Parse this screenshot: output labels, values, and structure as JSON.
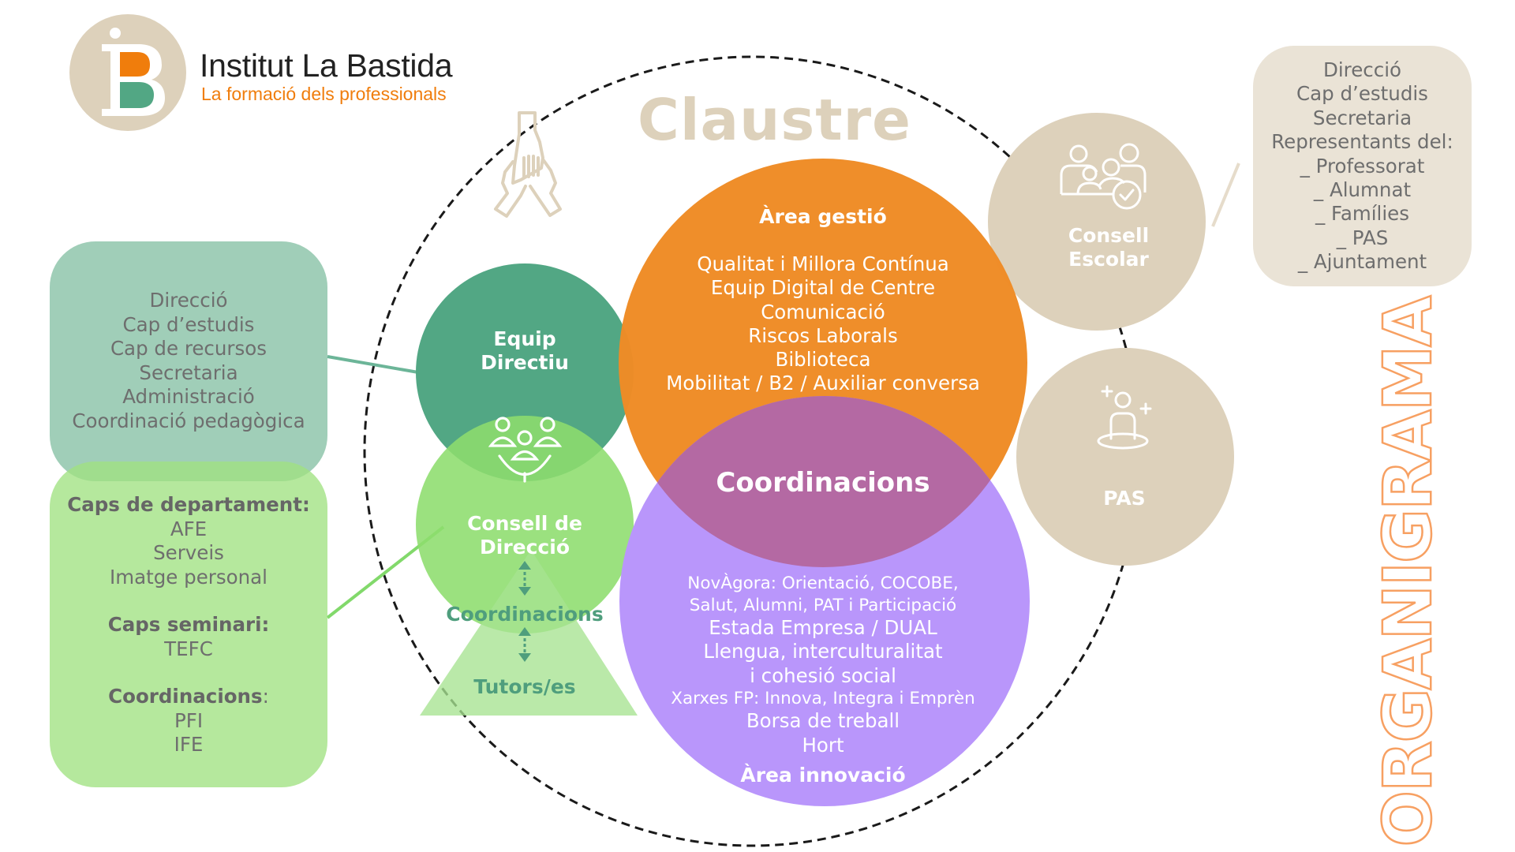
{
  "logo": {
    "icon": "institut-la-bastida-logo",
    "title": "Institut La Bastida",
    "subtitle": "La formació dels professionals"
  },
  "claustre": {
    "title": "Claustre",
    "icon": "joined-hands-icon"
  },
  "equip_directiu": {
    "label_line1": "Equip",
    "label_line2": "Directiu",
    "members": [
      "Direcció",
      "Cap d’estudis",
      "Cap de recursos",
      "Secretaria",
      "Administració",
      "Coordinació pedagògica"
    ]
  },
  "consell_direccio": {
    "icon": "team-meeting-icon",
    "label_line1": "Consell de",
    "label_line2": "Direcció",
    "groups": [
      {
        "heading": "Caps de departament:",
        "items": [
          "AFE",
          "Serveis",
          "Imatge personal"
        ]
      },
      {
        "heading": "Caps seminari:",
        "items": [
          "TEFC"
        ]
      },
      {
        "heading": "Coordinacions",
        "heading_suffix": ":",
        "items": [
          "PFI",
          "IFE"
        ]
      }
    ]
  },
  "hierarchy": {
    "level1": "Coordinacions",
    "level2": "Tutors/es",
    "arrow_icon": "double-arrow-vertical-icon"
  },
  "area_gestio": {
    "title": "Àrea gestió",
    "items": [
      "Qualitat i Millora Contínua",
      "Equip Digital de Centre",
      "Comunicació",
      "Riscos Laborals",
      "Biblioteca",
      "Mobilitat / B2 / Auxiliar conversa"
    ]
  },
  "coordinacions": {
    "title": "Coordinacions"
  },
  "area_innovacio": {
    "title": "Àrea innovació",
    "items": [
      "NovÀgora: Orientació, COCOBE,",
      "Salut, Alumni, PAT i Participació",
      "Estada Empresa / DUAL",
      "Llengua, interculturalitat",
      "i cohesió social",
      "Xarxes FP: Innova, Integra i Emprèn",
      "Borsa de treball",
      "Hort"
    ]
  },
  "consell_escolar": {
    "icon": "family-check-icon",
    "label_line1": "Consell",
    "label_line2": "Escolar",
    "members": [
      "Direcció",
      "Cap d’estudis",
      "Secretaria",
      "Representants del:",
      "_ Professorat",
      "_ Alumnat",
      "_ Famílies",
      "_ PAS",
      "_ Ajuntament"
    ]
  },
  "pas": {
    "icon": "staff-person-icon",
    "label": "PAS"
  },
  "side_title": "ORGANIGRAMA",
  "colors": {
    "orange": "#ef8c26",
    "purple": "#b996fb",
    "overlap": "#b469a3",
    "dark_green": "#52a784",
    "light_green": "#94df77",
    "beige": "#ddd1bb",
    "beige_light": "#eae3d6",
    "logo_orange": "#f07d0c"
  }
}
